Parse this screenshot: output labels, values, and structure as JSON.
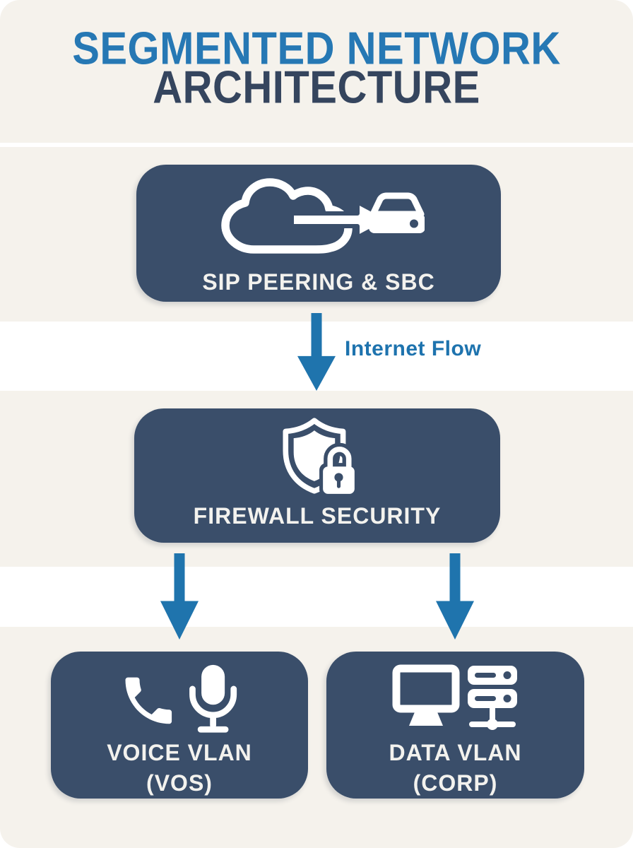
{
  "title": {
    "line1": "SEGMENTED NETWORK",
    "line2": "ARCHITECTURE"
  },
  "nodes": {
    "sip": {
      "label": "SIP PEERING & SBC",
      "icon": "cloud-to-sbc-icon"
    },
    "firewall": {
      "label": "FIREWALL SECURITY",
      "icon": "shield-lock-icon"
    },
    "voice": {
      "label_line1": "VOICE VLAN",
      "label_line2": "(VOS)",
      "icons": [
        "phone-handset-icon",
        "microphone-icon"
      ]
    },
    "data": {
      "label_line1": "DATA VLAN",
      "label_line2": "(CORP)",
      "icons": [
        "desktop-monitor-icon",
        "server-stack-icon"
      ]
    }
  },
  "flow_labels": {
    "internet": "Internet Flow"
  },
  "colors": {
    "background_cream": "#f5f2ec",
    "band_white": "#ffffff",
    "box_navy": "#3a4e6a",
    "title_blue": "#2678b4",
    "title_dark": "#35455e",
    "arrow_blue": "#1f74ad",
    "box_text": "#f3f2ee"
  }
}
